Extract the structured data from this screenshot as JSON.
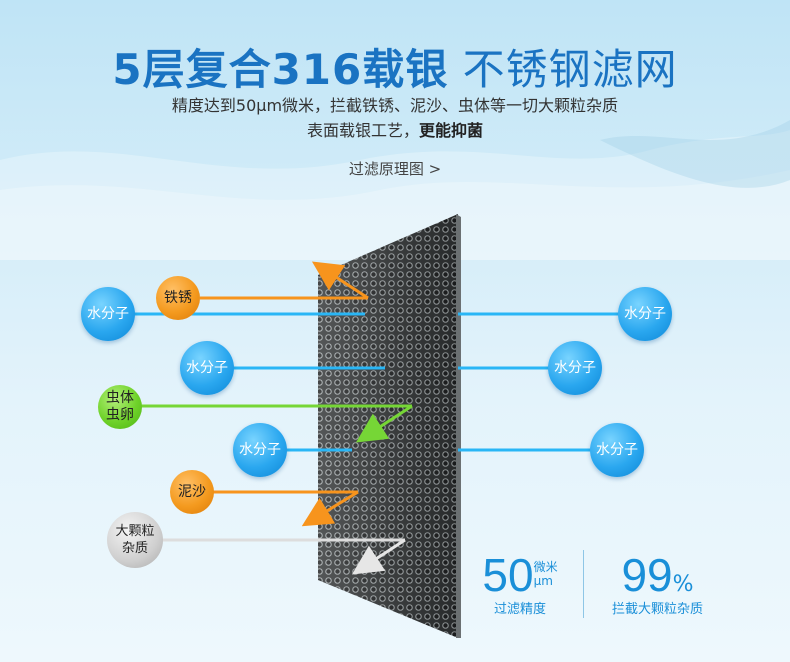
{
  "header": {
    "title_bold": "5层复合316载银",
    "title_light": " 不锈钢滤网",
    "subtitle_line1": "精度达到50μm微米，拦截铁锈、泥沙、虫体等一切大颗粒杂质",
    "subtitle_line2_a": "表面载银工艺，",
    "subtitle_line2_b": "更能抑菌",
    "link": "过滤原理图 >"
  },
  "particles": {
    "water_1": "水分子",
    "water_2": "水分子",
    "water_3": "水分子",
    "water_4": "水分子",
    "water_5": "水分子",
    "water_6": "水分子",
    "rust": "铁锈",
    "insect_l1": "虫体",
    "insect_l2": "虫卵",
    "sand": "泥沙",
    "large_l1": "大颗粒",
    "large_l2": "杂质"
  },
  "stats": {
    "precision_value": "50",
    "precision_unit_top": "微米",
    "precision_unit_bottom": "μm",
    "precision_label": "过滤精度",
    "intercept_value": "99",
    "intercept_unit": "%",
    "intercept_label": "拦截大颗粒杂质"
  },
  "colors": {
    "brand_blue": "#1a73c2",
    "water_line": "#29b6f6",
    "rust_line": "#f7941d",
    "insect_line": "#76d636",
    "large_line": "#cfcfcf"
  }
}
